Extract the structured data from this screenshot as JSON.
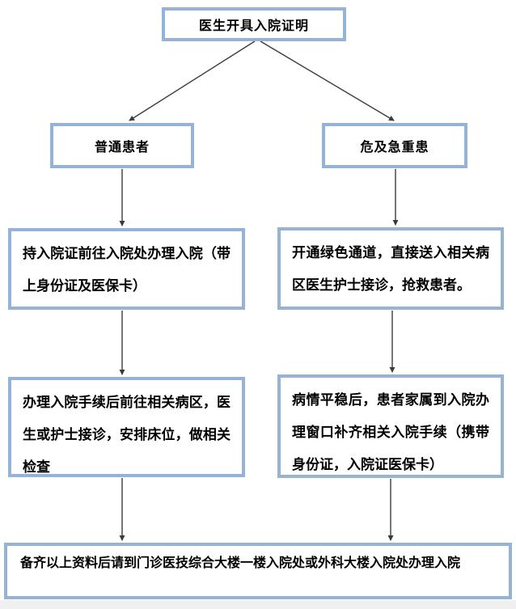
{
  "colors": {
    "box_border": "#95b3d7",
    "box_fill": "#ffffff",
    "arrow": "#3b3b3b",
    "text": "#000000",
    "page_bg": "#ffffff",
    "bottom_strip": "#f0f0f0"
  },
  "flow": {
    "start": "医生开具入院证明",
    "left_branch": {
      "title": "普通患者",
      "step1": "持入院证前往入院处办理入院（带上身份证及医保卡）",
      "step2": "办理入院手续后前往相关病区，医生或护士接诊，安排床位，做相关检查"
    },
    "right_branch": {
      "title": "危及急重患",
      "step1": "开通绿色通道，直接送入相关病区医生护士接诊，抢救患者。",
      "step2": "病情平稳后，患者家属到入院办理窗口补齐相关入院手续（携带身份证，入院证医保卡）"
    },
    "final": "备齐以上资料后请到门诊医技综合大楼一楼入院处或外科大楼入院处办理入院"
  }
}
